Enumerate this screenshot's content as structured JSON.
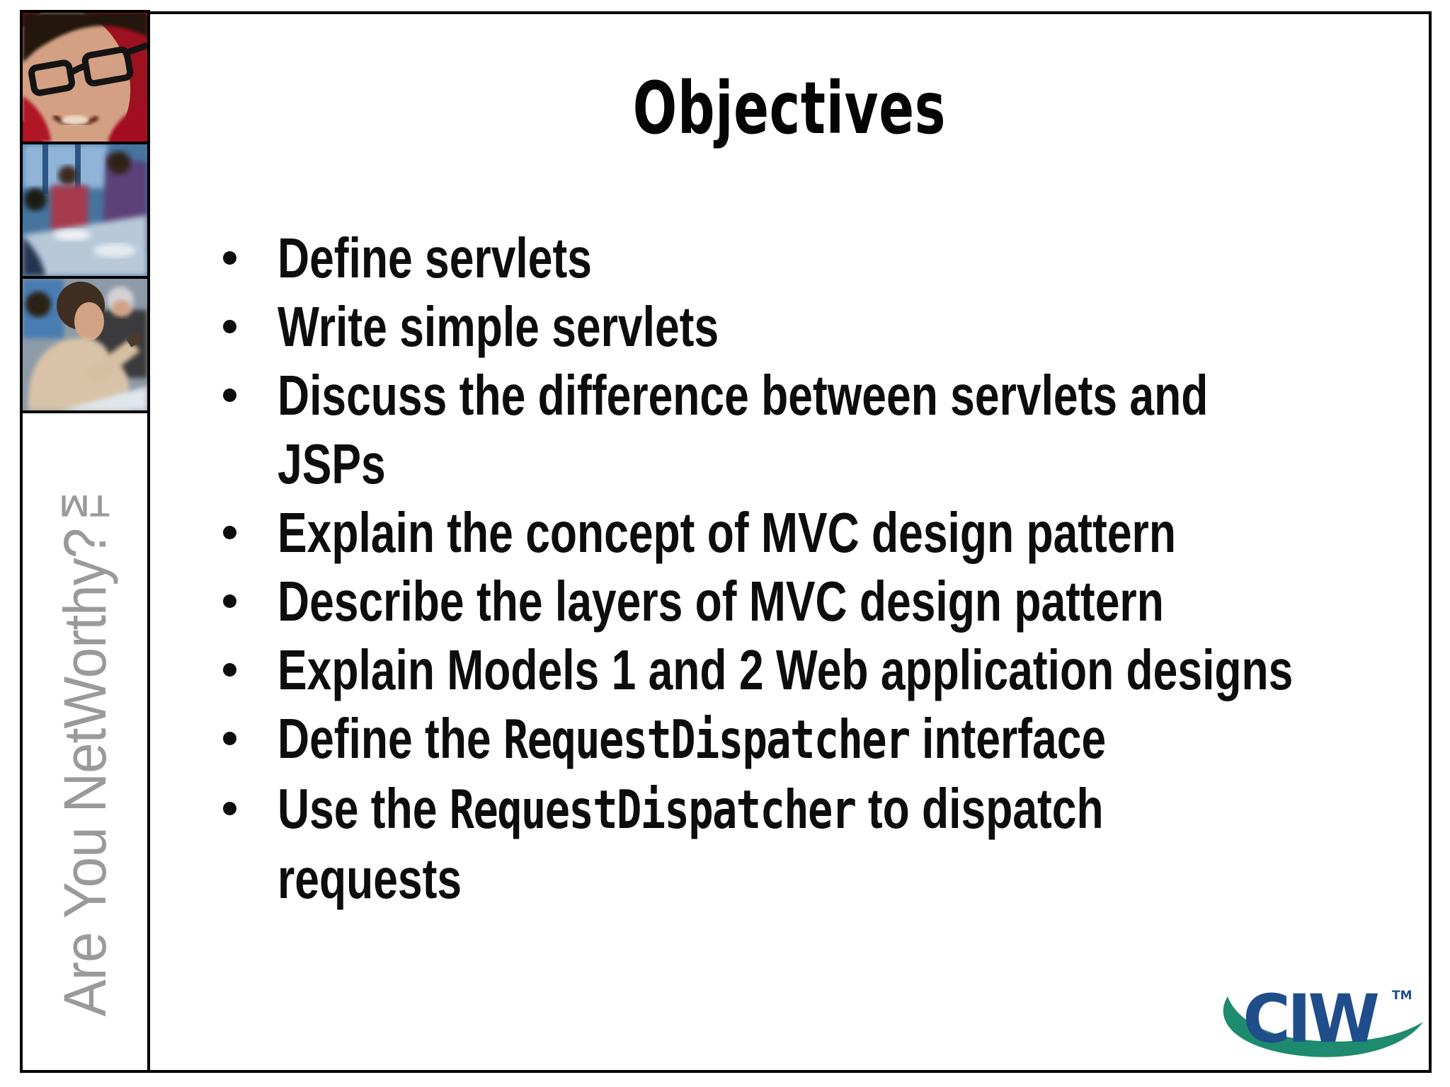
{
  "title": "Objectives",
  "bullets": [
    {
      "lines": [
        [
          {
            "t": "Define servlets"
          }
        ]
      ]
    },
    {
      "lines": [
        [
          {
            "t": "Write simple servlets"
          }
        ]
      ]
    },
    {
      "lines": [
        [
          {
            "t": "Discuss the difference between servlets and"
          }
        ],
        [
          {
            "t": "JSPs"
          }
        ]
      ]
    },
    {
      "lines": [
        [
          {
            "t": "Explain the concept of MVC design pattern"
          }
        ]
      ]
    },
    {
      "lines": [
        [
          {
            "t": "Describe the layers of MVC design pattern"
          }
        ]
      ]
    },
    {
      "lines": [
        [
          {
            "t": "Explain Models 1 and 2 Web application designs"
          }
        ]
      ]
    },
    {
      "lines": [
        [
          {
            "t": "Define the "
          },
          {
            "t": "RequestDispatcher",
            "mono": true
          },
          {
            "t": " interface"
          }
        ]
      ]
    },
    {
      "lines": [
        [
          {
            "t": "Use the "
          },
          {
            "t": "RequestDispatcher",
            "mono": true
          },
          {
            "t": " to dispatch"
          }
        ],
        [
          {
            "t": "requests"
          }
        ]
      ]
    }
  ],
  "sidebar": {
    "tagline": "Are You NetWorthy?™",
    "photos": [
      {
        "id": "man-with-glasses-red-shirt"
      },
      {
        "id": "classroom-group-blue"
      },
      {
        "id": "woman-pointing-in-class"
      }
    ]
  },
  "logo": {
    "text": "CIW",
    "tm": "TM"
  },
  "colors": {
    "logo_blue": "#1F4E8A",
    "logo_green": "#1E8A6E",
    "tagline_gray": "#9A9A9A",
    "body_text": "#0D0D0D"
  }
}
